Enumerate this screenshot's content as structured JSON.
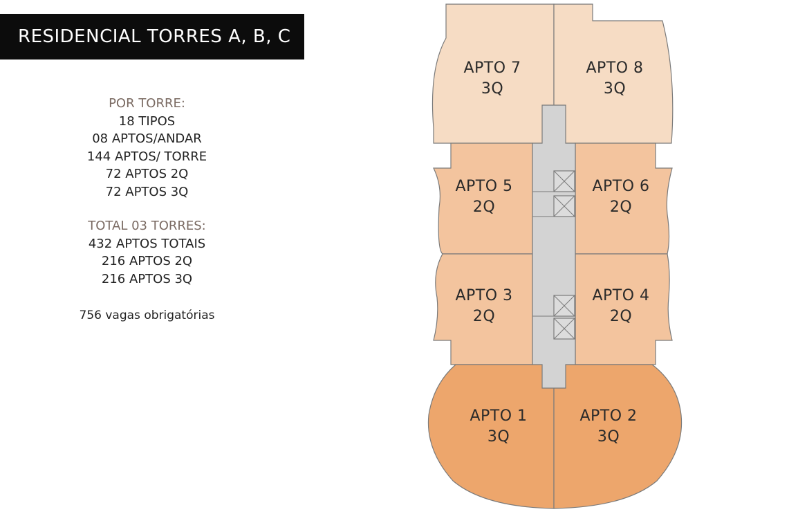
{
  "title": "RESIDENCIAL TORRES A, B, C",
  "por_torre": {
    "heading": "POR TORRE:",
    "lines": [
      "18 TIPOS",
      "08 APTOS/ANDAR",
      "144 APTOS/ TORRE",
      "72 APTOS 2Q",
      "72 APTOS 3Q"
    ]
  },
  "total": {
    "heading": "TOTAL  03 TORRES:",
    "lines": [
      "432 APTOS TOTAIS",
      "216 APTOS 2Q",
      "216 APTOS 3Q"
    ]
  },
  "vagas": "756 vagas obrigatórias",
  "units": {
    "apto7": {
      "name": "APTO 7",
      "type": "3Q"
    },
    "apto8": {
      "name": "APTO 8",
      "type": "3Q"
    },
    "apto5": {
      "name": "APTO 5",
      "type": "2Q"
    },
    "apto6": {
      "name": "APTO 6",
      "type": "2Q"
    },
    "apto3": {
      "name": "APTO 3",
      "type": "2Q"
    },
    "apto4": {
      "name": "APTO 4",
      "type": "2Q"
    },
    "apto1": {
      "name": "APTO 1",
      "type": "3Q"
    },
    "apto2": {
      "name": "APTO 2",
      "type": "3Q"
    }
  },
  "colors": {
    "top_units": "#f6dcc4",
    "middle_units": "#f3c49e",
    "bottom_units": "#eda66c",
    "core": "#d3d3d3",
    "outline": "#7a7a7a"
  }
}
